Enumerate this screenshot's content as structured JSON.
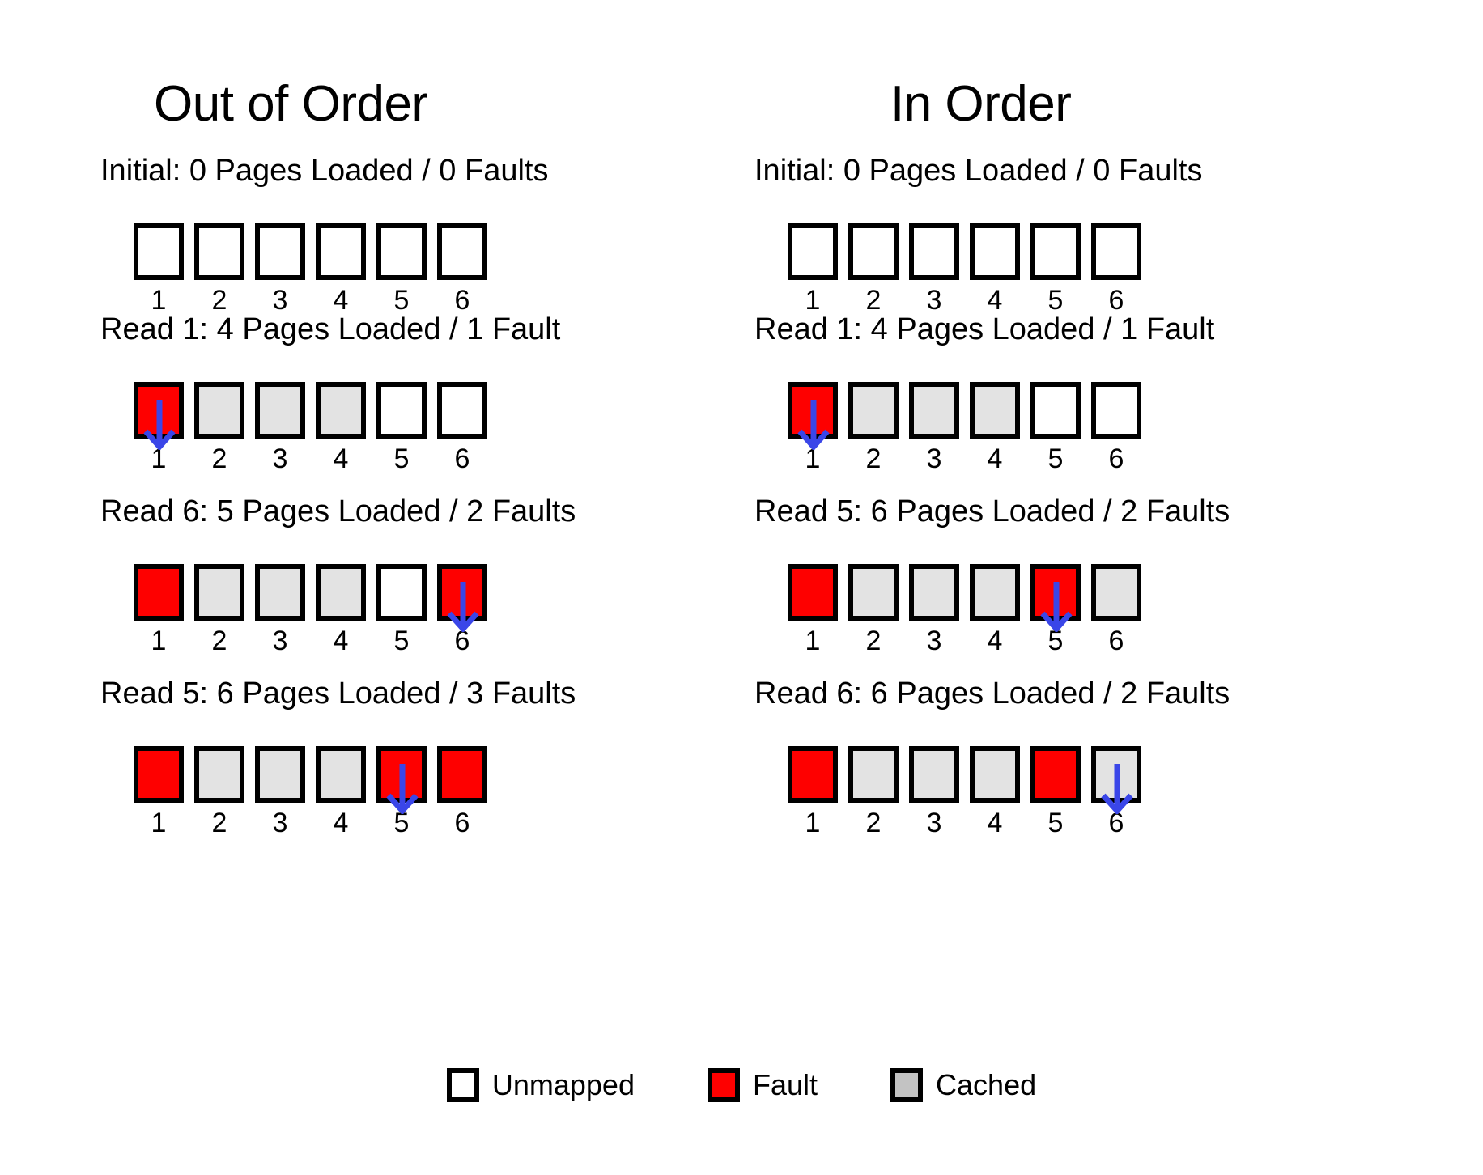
{
  "diagram": {
    "title_left": "Out of Order",
    "title_right": "In Order",
    "page_indices": [
      "1",
      "2",
      "3",
      "4",
      "5",
      "6"
    ],
    "colors": {
      "fault": "#FE0000",
      "cached": "#E3E3E3",
      "unmapped": "#FFFFFF",
      "border": "#000000",
      "arrow": "#3A46E8",
      "legend_cached": "#C3C3C3"
    }
  },
  "columns": [
    {
      "name": "out-of-order",
      "title": "Out of Order",
      "steps": [
        {
          "caption": "Initial: 0 Pages Loaded / 0 Faults",
          "arrow_index": null,
          "cells": [
            "unmapped",
            "unmapped",
            "unmapped",
            "unmapped",
            "unmapped",
            "unmapped"
          ],
          "labels": [
            "1",
            "2",
            "3",
            "4",
            "5",
            "6"
          ]
        },
        {
          "caption": "Read 1: 4 Pages Loaded / 1 Fault",
          "arrow_index": 0,
          "cells": [
            "fault",
            "cached",
            "cached",
            "cached",
            "unmapped",
            "unmapped"
          ],
          "labels": [
            "1",
            "2",
            "3",
            "4",
            "5",
            "6"
          ]
        },
        {
          "caption": "Read 6: 5 Pages Loaded / 2 Faults",
          "arrow_index": 5,
          "cells": [
            "fault",
            "cached",
            "cached",
            "cached",
            "unmapped",
            "fault"
          ],
          "labels": [
            "1",
            "2",
            "3",
            "4",
            "5",
            "6"
          ]
        },
        {
          "caption": "Read 5: 6 Pages Loaded / 3 Faults",
          "arrow_index": 4,
          "cells": [
            "fault",
            "cached",
            "cached",
            "cached",
            "fault",
            "fault"
          ],
          "labels": [
            "1",
            "2",
            "3",
            "4",
            "5",
            "6"
          ]
        }
      ]
    },
    {
      "name": "in-order",
      "title": "In Order",
      "steps": [
        {
          "caption": "Initial: 0 Pages Loaded / 0 Faults",
          "arrow_index": null,
          "cells": [
            "unmapped",
            "unmapped",
            "unmapped",
            "unmapped",
            "unmapped",
            "unmapped"
          ],
          "labels": [
            "1",
            "2",
            "3",
            "4",
            "5",
            "6"
          ]
        },
        {
          "caption": "Read 1: 4 Pages Loaded / 1 Fault",
          "arrow_index": 0,
          "cells": [
            "fault",
            "cached",
            "cached",
            "cached",
            "unmapped",
            "unmapped"
          ],
          "labels": [
            "1",
            "2",
            "3",
            "4",
            "5",
            "6"
          ]
        },
        {
          "caption": "Read 5: 6 Pages Loaded / 2 Faults",
          "arrow_index": 4,
          "cells": [
            "fault",
            "cached",
            "cached",
            "cached",
            "fault",
            "cached"
          ],
          "labels": [
            "1",
            "2",
            "3",
            "4",
            "5",
            "6"
          ]
        },
        {
          "caption": "Read 6: 6 Pages Loaded / 2 Faults",
          "arrow_index": 5,
          "cells": [
            "fault",
            "cached",
            "cached",
            "cached",
            "fault",
            "cached"
          ],
          "labels": [
            "1",
            "2",
            "3",
            "4",
            "5",
            "6"
          ]
        }
      ]
    }
  ],
  "legend": {
    "items": [
      {
        "label": "Unmapped",
        "state": "unmapped"
      },
      {
        "label": "Fault",
        "state": "fault"
      },
      {
        "label": "Cached",
        "state": "cached"
      }
    ]
  }
}
